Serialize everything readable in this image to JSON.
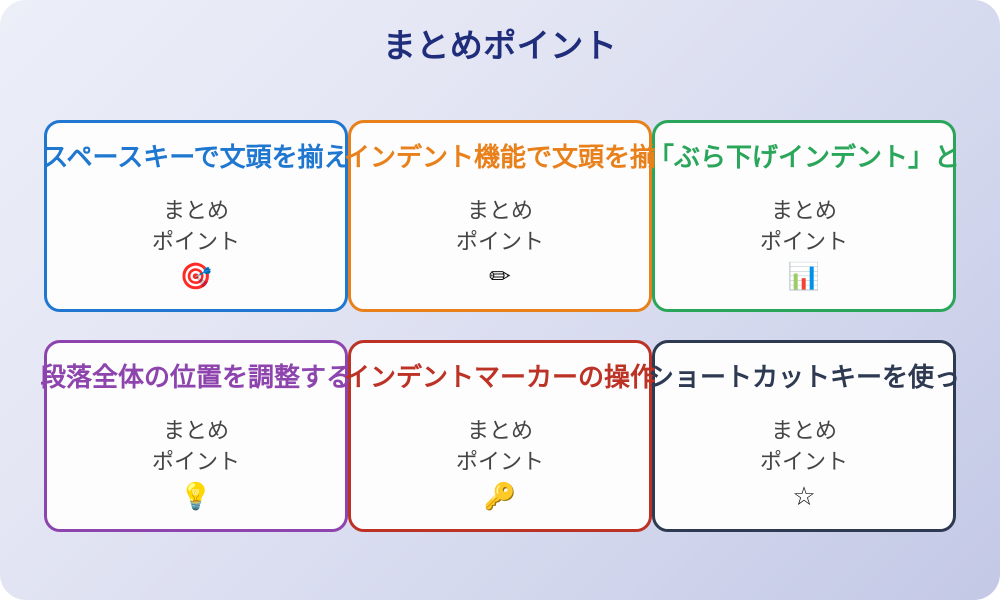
{
  "slide": {
    "title": "まとめポイント",
    "title_color": "#1f2d7a",
    "background": {
      "from": "#eceef8",
      "to": "#c3c8e6",
      "direction": "135deg"
    },
    "card_background": "#fdfdfe",
    "body_text_color": "#454545",
    "icon_color": "#111111"
  },
  "cards": [
    {
      "title": "スペースキーで文頭を揃え",
      "body": "まとめ\nポイント",
      "icon": "dart-target-icon",
      "icon_glyph": "🎯",
      "accent": "#1f77d0"
    },
    {
      "title": "インデント機能で文頭を揃",
      "body": "まとめ\nポイント",
      "icon": "pencil-icon",
      "icon_glyph": "✏",
      "accent": "#e8811c"
    },
    {
      "title": "「ぶら下げインデント」と",
      "body": "まとめ\nポイント",
      "icon": "bar-chart-icon",
      "icon_glyph": "📊",
      "accent": "#2aa65a"
    },
    {
      "title": "段落全体の位置を調整する",
      "body": "まとめ\nポイント",
      "icon": "lightbulb-icon",
      "icon_glyph": "💡",
      "accent": "#8e44ad"
    },
    {
      "title": "インデントマーカーの操作",
      "body": "まとめ\nポイント",
      "icon": "key-icon",
      "icon_glyph": "🔑",
      "accent": "#bc3326"
    },
    {
      "title": "ショートカットキーを使っ",
      "body": "まとめ\nポイント",
      "icon": "star-icon",
      "icon_glyph": "☆",
      "accent": "#2d3a52"
    }
  ]
}
